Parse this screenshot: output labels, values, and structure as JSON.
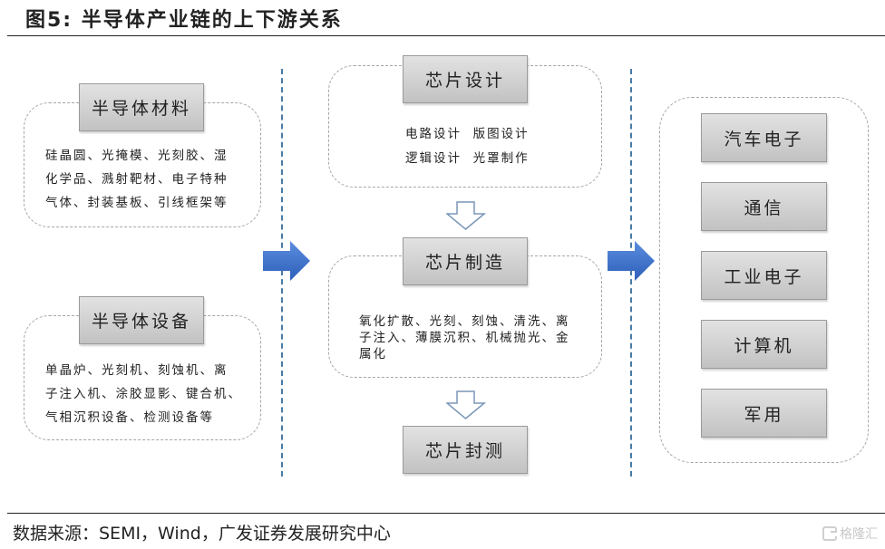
{
  "title": "图5:  半导体产业链的上下游关系",
  "upstream": {
    "materials": {
      "label": "半导体材料",
      "lines": [
        "硅晶圆、光掩模、光刻胶、湿",
        "化学品、溅射靶材、电子特种",
        "气体、封装基板、引线框架等"
      ]
    },
    "equipment": {
      "label": "半导体设备",
      "lines": [
        "单晶炉、光刻机、刻蚀机、离",
        "子注入机、涂胶显影、键合机、",
        "气相沉积设备、检测设备等"
      ]
    }
  },
  "midstream": {
    "design": {
      "label": "芯片设计",
      "lines": [
        "电路设计  版图设计",
        "逻辑设计  光罩制作"
      ]
    },
    "manufacturing": {
      "label": "芯片制造",
      "lines": [
        "氧化扩散、光刻、刻蚀、清洗、离",
        "子注入、薄膜沉积、机械抛光、金",
        "属化"
      ]
    },
    "packaging": {
      "label": "芯片封测"
    }
  },
  "downstream": {
    "items": [
      "汽车电子",
      "通信",
      "工业电子",
      "计算机",
      "军用"
    ]
  },
  "colors": {
    "arrow_blue": "#3a6fc4",
    "divider_blue": "#4a7ba6",
    "box_gray": "#c8c8c8"
  },
  "footer": {
    "source": "数据来源：SEMI，Wind，广发证券发展研究中心",
    "watermark": "格隆汇"
  }
}
